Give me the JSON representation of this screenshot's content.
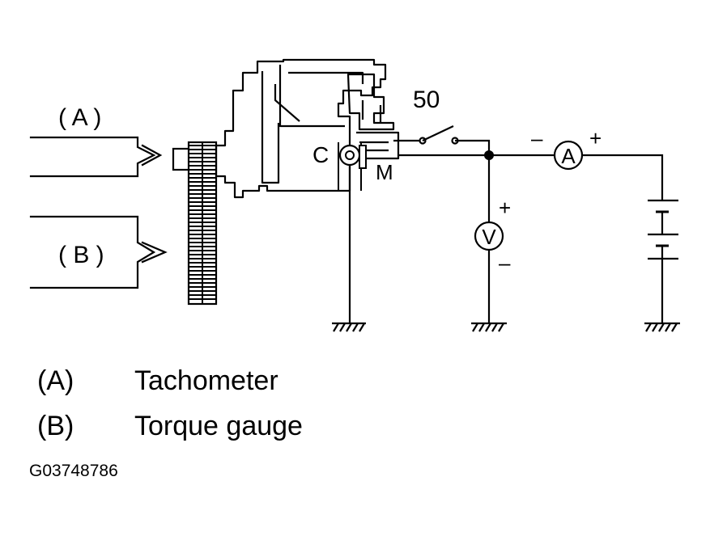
{
  "diagram": {
    "labels": {
      "a": "( A )",
      "b": "( B )",
      "terminal_50": "50",
      "terminal_c": "C",
      "terminal_m": "M",
      "ammeter": "A",
      "voltmeter": "V",
      "minus": "–",
      "plus": "+"
    }
  },
  "legend": [
    {
      "key": "(A)",
      "value": "Tachometer"
    },
    {
      "key": "(B)",
      "value": "Torque gauge"
    }
  ],
  "figure_code": "G03748786",
  "colors": {
    "line": "#000000",
    "background": "#ffffff"
  }
}
